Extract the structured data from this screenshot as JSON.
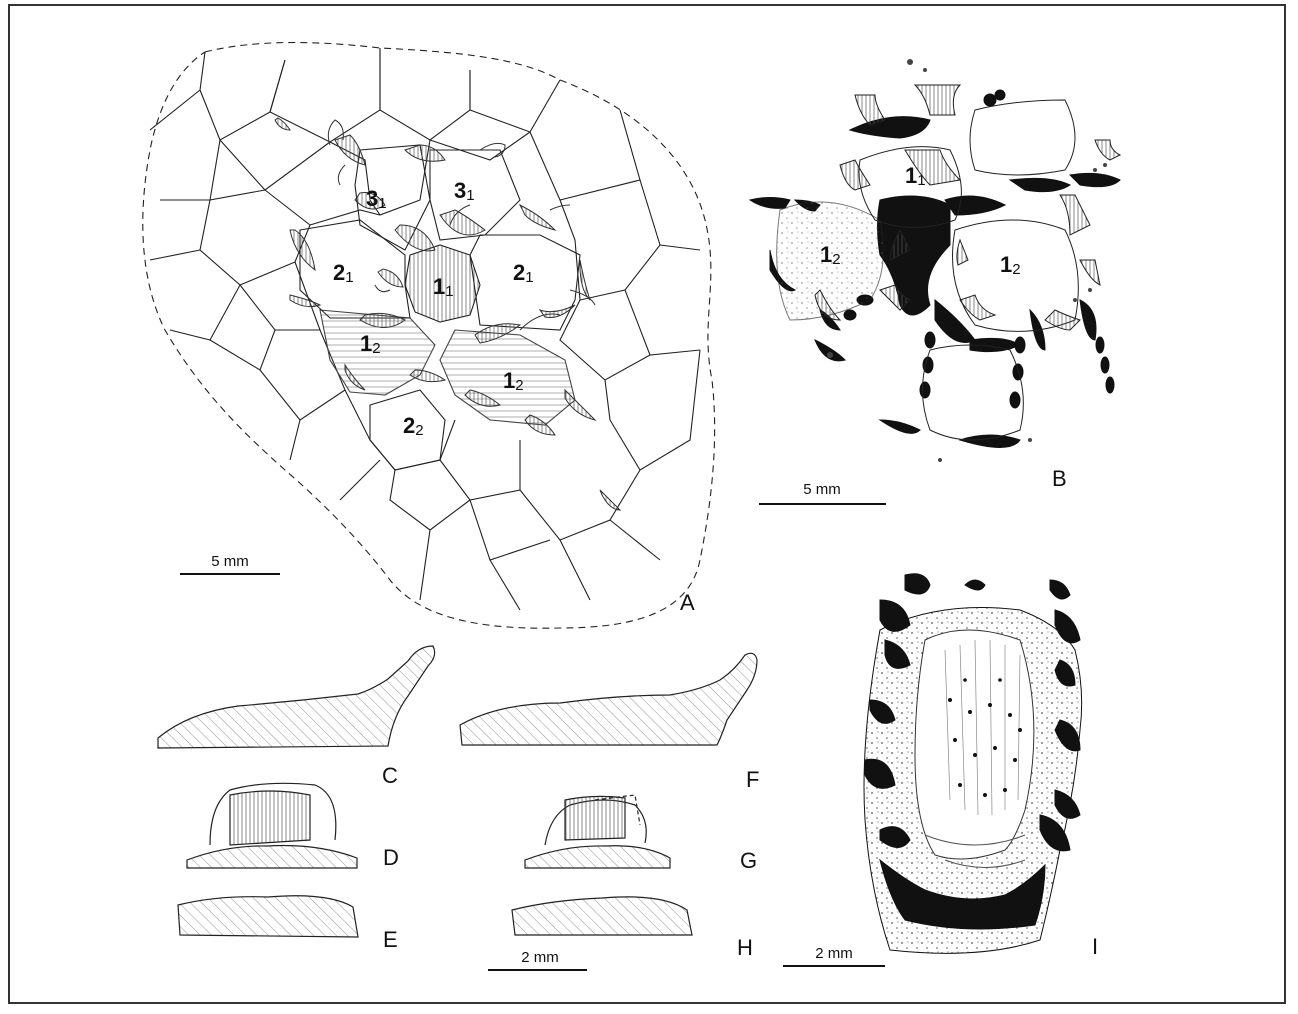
{
  "panel_labels": [
    "A",
    "B",
    "C",
    "D",
    "E",
    "F",
    "G",
    "H",
    "I"
  ],
  "scale_bars": {
    "a": "5 mm",
    "b": "5 mm",
    "gh": "2 mm",
    "i": "2 mm"
  },
  "plate_labels_A": [
    {
      "n": "3",
      "s": "1"
    },
    {
      "n": "3",
      "s": "1"
    },
    {
      "n": "2",
      "s": "1"
    },
    {
      "n": "1",
      "s": "1"
    },
    {
      "n": "2",
      "s": "1"
    },
    {
      "n": "1",
      "s": "2"
    },
    {
      "n": "1",
      "s": "2"
    },
    {
      "n": "2",
      "s": "2"
    }
  ],
  "plate_labels_B": [
    {
      "n": "1",
      "s": "1"
    },
    {
      "n": "1",
      "s": "2"
    },
    {
      "n": "1",
      "s": "2"
    }
  ]
}
